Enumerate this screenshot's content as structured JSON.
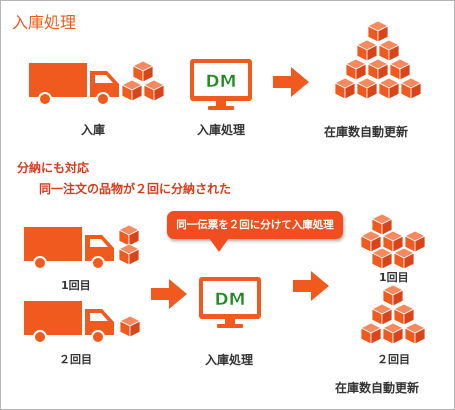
{
  "title": "入庫処理",
  "section1": {
    "truck_label": "入庫",
    "dm_label": "入庫処理",
    "stock_label": "在庫数自動更新"
  },
  "section2": {
    "heading": "分納にも対応",
    "subheading": "同一注文の品物が２回に分納された",
    "callout": "同一伝票を２回に分けて入庫処理",
    "truck1_label": "1回目",
    "truck2_label": "２回目",
    "dm_label": "入庫処理",
    "stock1_label": "1回目",
    "stock2_label": "２回目",
    "stock_label": "在庫数自動更新"
  },
  "monitor_logo": "DM",
  "icons": [
    "truck-icon",
    "boxes-icon",
    "monitor-icon",
    "arrow-right-icon",
    "box-pyramid-icon"
  ],
  "colors": {
    "accent": "#f05a1e",
    "callout": "#f04e1e",
    "logo_green": "#1e8c1e",
    "text": "#333333"
  }
}
